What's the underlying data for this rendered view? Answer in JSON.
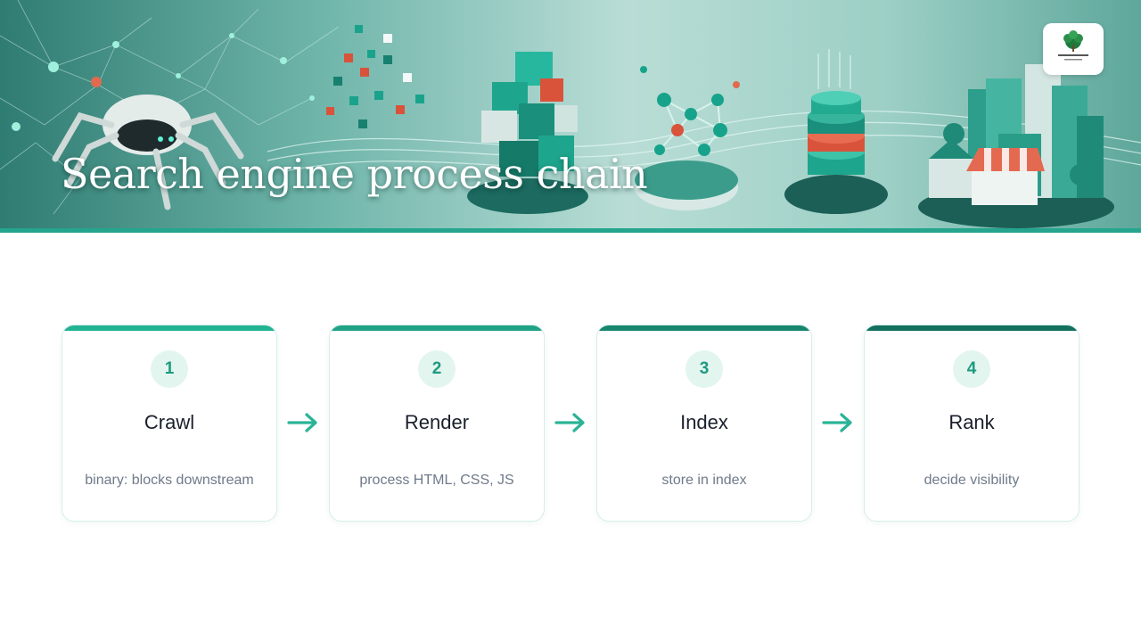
{
  "header": {
    "title": "Search engine process chain",
    "logo_icon": "tree-logo-icon"
  },
  "colors": {
    "accent": "#25a58d",
    "step_bars": [
      "#22b393",
      "#1fa286",
      "#17866f",
      "#12705e"
    ],
    "badge_bg": "#e2f5ef",
    "badge_text": "#1f9a80",
    "arrow": "#2bb397"
  },
  "steps": [
    {
      "number": "1",
      "title": "Crawl",
      "description": "binary: blocks downstream"
    },
    {
      "number": "2",
      "title": "Render",
      "description": "process HTML, CSS, JS"
    },
    {
      "number": "3",
      "title": "Index",
      "description": "store in index"
    },
    {
      "number": "4",
      "title": "Rank",
      "description": "decide visibility"
    }
  ],
  "connector_icon": "arrow-right-icon"
}
